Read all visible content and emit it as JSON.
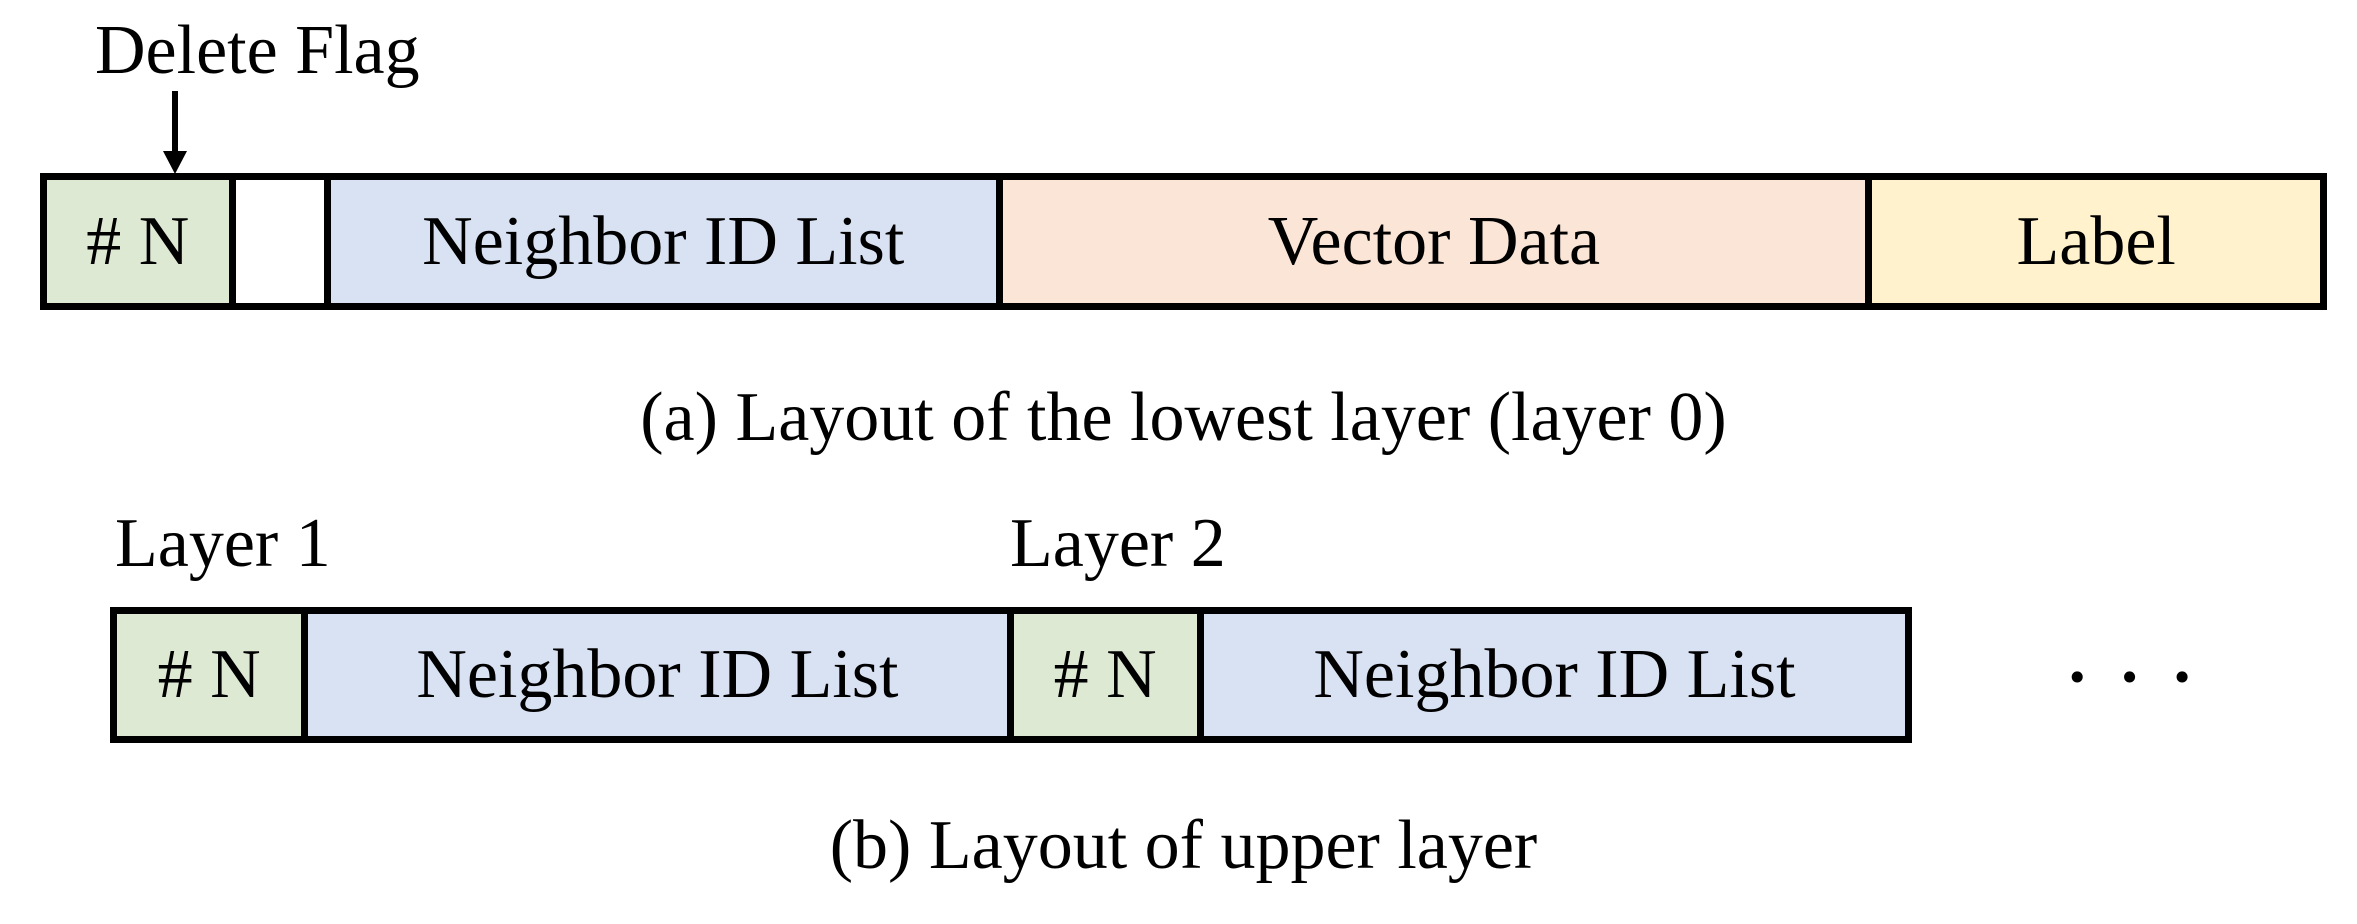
{
  "colors": {
    "green": "#dee9d4",
    "blue": "#d9e2f3",
    "peach": "#fbe5d6",
    "yellow": "#fff2cc",
    "white": "#ffffff",
    "border": "#000000"
  },
  "figure_a": {
    "annotation": {
      "delete_flag_label": "Delete Flag"
    },
    "segments": [
      {
        "label": "# N",
        "color": "green"
      },
      {
        "label": "",
        "color": "white"
      },
      {
        "label": "Neighbor ID List",
        "color": "blue"
      },
      {
        "label": "Vector Data",
        "color": "peach"
      },
      {
        "label": "Label",
        "color": "yellow"
      }
    ],
    "caption": "(a) Layout of the lowest layer (layer 0)"
  },
  "figure_b": {
    "layer_labels": {
      "layer1": "Layer 1",
      "layer2": "Layer 2"
    },
    "segments": [
      {
        "label": "# N",
        "color": "green"
      },
      {
        "label": "Neighbor ID List",
        "color": "blue"
      },
      {
        "label": "# N",
        "color": "green"
      },
      {
        "label": "Neighbor ID List",
        "color": "blue"
      }
    ],
    "ellipsis": "•••",
    "caption": "(b) Layout of upper layer"
  }
}
